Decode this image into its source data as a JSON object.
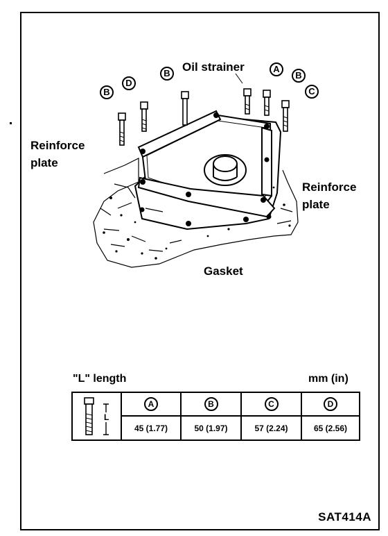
{
  "labels": {
    "oil_strainer": "Oil strainer",
    "reinforce_plate_left_1": "Reinforce",
    "reinforce_plate_left_2": "plate",
    "reinforce_plate_right_1": "Reinforce",
    "reinforce_plate_right_2": "plate",
    "gasket": "Gasket"
  },
  "bolt_markers": {
    "m1": "B",
    "m2": "D",
    "m3": "B",
    "m4": "A",
    "m5": "B",
    "m6": "C"
  },
  "table": {
    "title": "\"L\" length",
    "unit": "mm (in)",
    "bolt_dimension_label": "L",
    "columns": [
      {
        "key": "A",
        "value": "45 (1.77)"
      },
      {
        "key": "B",
        "value": "50 (1.97)"
      },
      {
        "key": "C",
        "value": "57 (2.24)"
      },
      {
        "key": "D",
        "value": "65 (2.56)"
      }
    ]
  },
  "figure_code": "SAT414A"
}
